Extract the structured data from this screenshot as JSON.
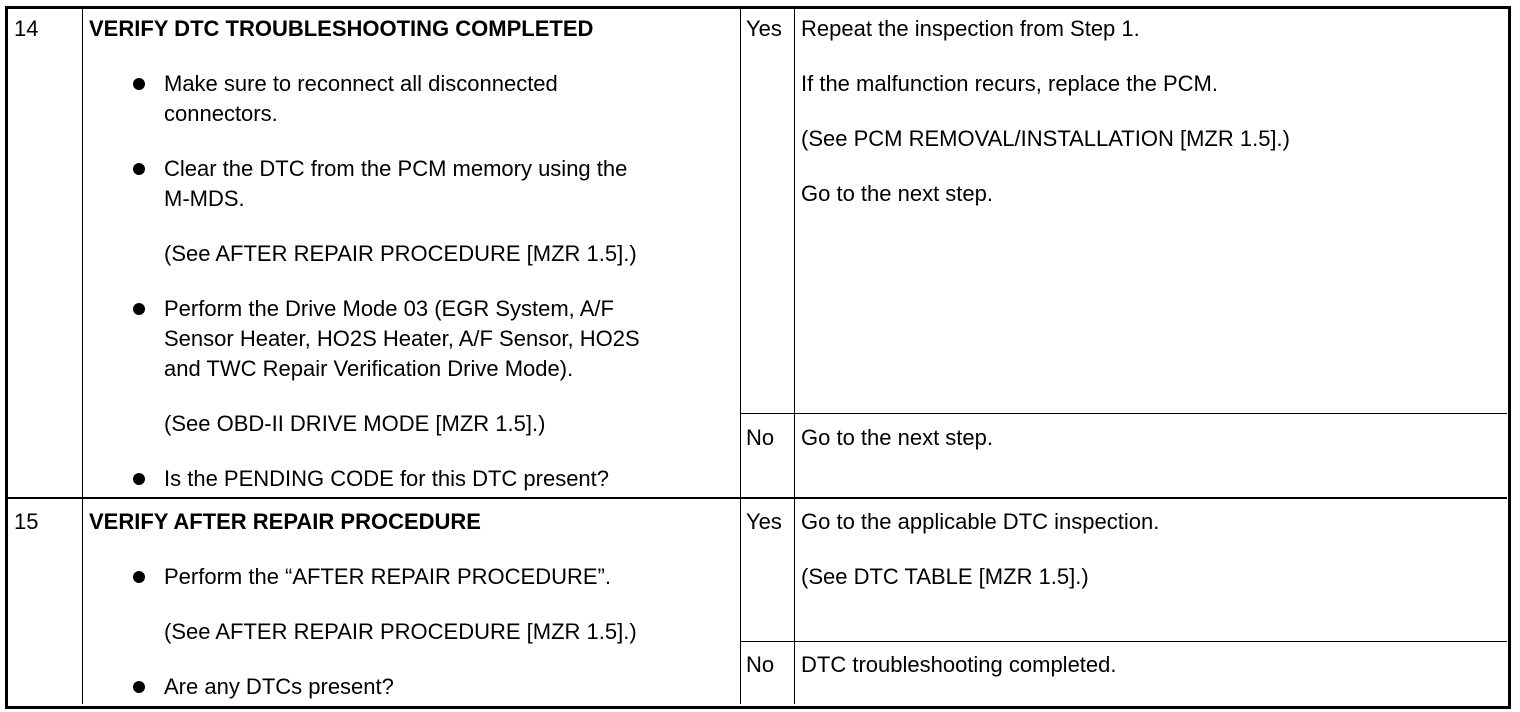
{
  "rows": [
    {
      "step": "14",
      "title": "VERIFY DTC TROUBLESHOOTING COMPLETED",
      "bullets": [
        {
          "lines": [
            "Make sure to reconnect all disconnected",
            "connectors."
          ]
        },
        {
          "lines": [
            "Clear the DTC from the PCM memory using the",
            "M-MDS."
          ],
          "ref": "(See AFTER REPAIR PROCEDURE [MZR 1.5].)"
        },
        {
          "lines": [
            "Perform the Drive Mode 03 (EGR System, A/F",
            "Sensor Heater, HO2S Heater, A/F Sensor, HO2S",
            "and TWC Repair Verification Drive Mode)."
          ],
          "ref": "(See OBD-II DRIVE MODE [MZR 1.5].)"
        },
        {
          "lines": [
            "Is the PENDING CODE for this DTC present?"
          ]
        }
      ],
      "yes_label": "Yes",
      "yes_lines": [
        "Repeat the inspection from Step 1.",
        "If the malfunction recurs, replace the PCM.",
        "(See PCM REMOVAL/INSTALLATION [MZR 1.5].)",
        "Go to the next step."
      ],
      "no_label": "No",
      "no_lines": [
        "Go to the next step."
      ]
    },
    {
      "step": "15",
      "title": "VERIFY AFTER REPAIR PROCEDURE",
      "bullets": [
        {
          "lines": [
            "Perform the “AFTER REPAIR PROCEDURE”."
          ],
          "ref": "(See AFTER REPAIR PROCEDURE [MZR 1.5].)"
        },
        {
          "lines": [
            "Are any DTCs present?"
          ]
        }
      ],
      "yes_label": "Yes",
      "yes_lines": [
        "Go to the applicable DTC inspection.",
        "(See DTC TABLE [MZR 1.5].)"
      ],
      "no_label": "No",
      "no_lines": [
        "DTC troubleshooting completed."
      ]
    }
  ]
}
